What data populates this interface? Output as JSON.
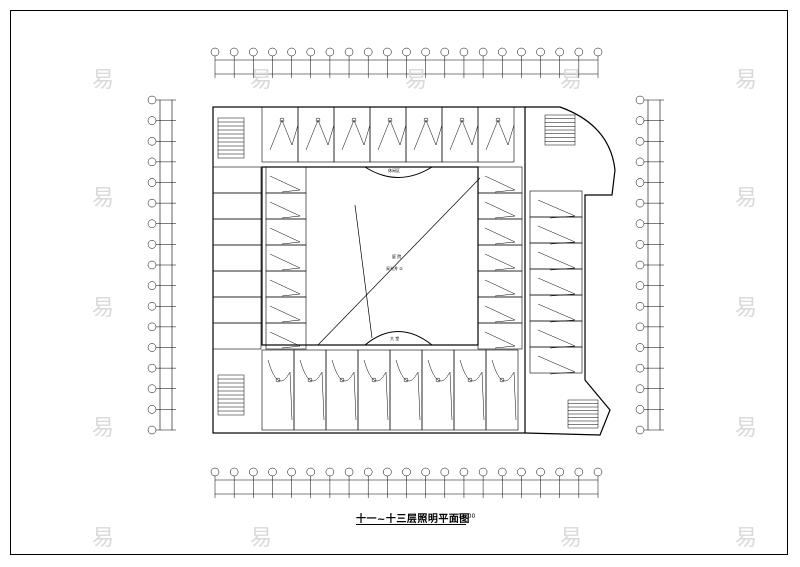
{
  "drawing": {
    "title": "十一~十三层照明平面图",
    "scale": "1:100",
    "watermark_char": "易",
    "colors": {
      "line": "#000000",
      "paper": "#ffffff",
      "watermark": "#d0d0d0"
    }
  },
  "labels": {
    "courtyard": "庭 院",
    "courtyard_sub": "采光井 ①",
    "top_arc": "休闲区",
    "bottom_arc": "大 堂"
  }
}
